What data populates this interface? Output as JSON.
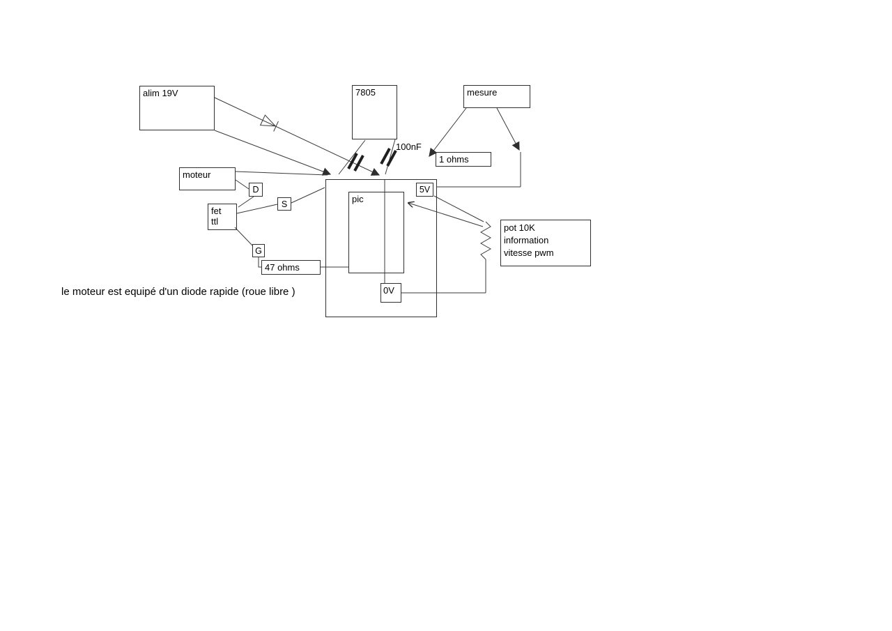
{
  "page": {
    "background": "#ffffff"
  },
  "colors": {
    "wire": "#3a3a3a",
    "border": "#2f2f2f",
    "text": "#000000"
  },
  "diagram": {
    "boxes": {
      "alim": {
        "label": "alim 19V"
      },
      "reg7805": {
        "label": "7805"
      },
      "mesure": {
        "label": "mesure"
      },
      "shunt": {
        "label": "1 ohms"
      },
      "moteur": {
        "label": "moteur"
      },
      "pin_d": {
        "label": "D"
      },
      "pin_s": {
        "label": "S"
      },
      "pin_g": {
        "label": "G"
      },
      "fet": {
        "line1": "fet",
        "line2": "ttl"
      },
      "r47": {
        "label": "47 ohms"
      },
      "pic": {
        "label": "pic"
      },
      "rail_5v": {
        "label": "5V"
      },
      "rail_0v": {
        "label": "0V"
      },
      "pot": {
        "line1": "pot 10K",
        "line2": "information",
        "line3": "vitesse pwm"
      }
    },
    "labels": {
      "cap": "100nF"
    },
    "note": "le moteur est equipé d'un diode rapide (roue libre )"
  }
}
